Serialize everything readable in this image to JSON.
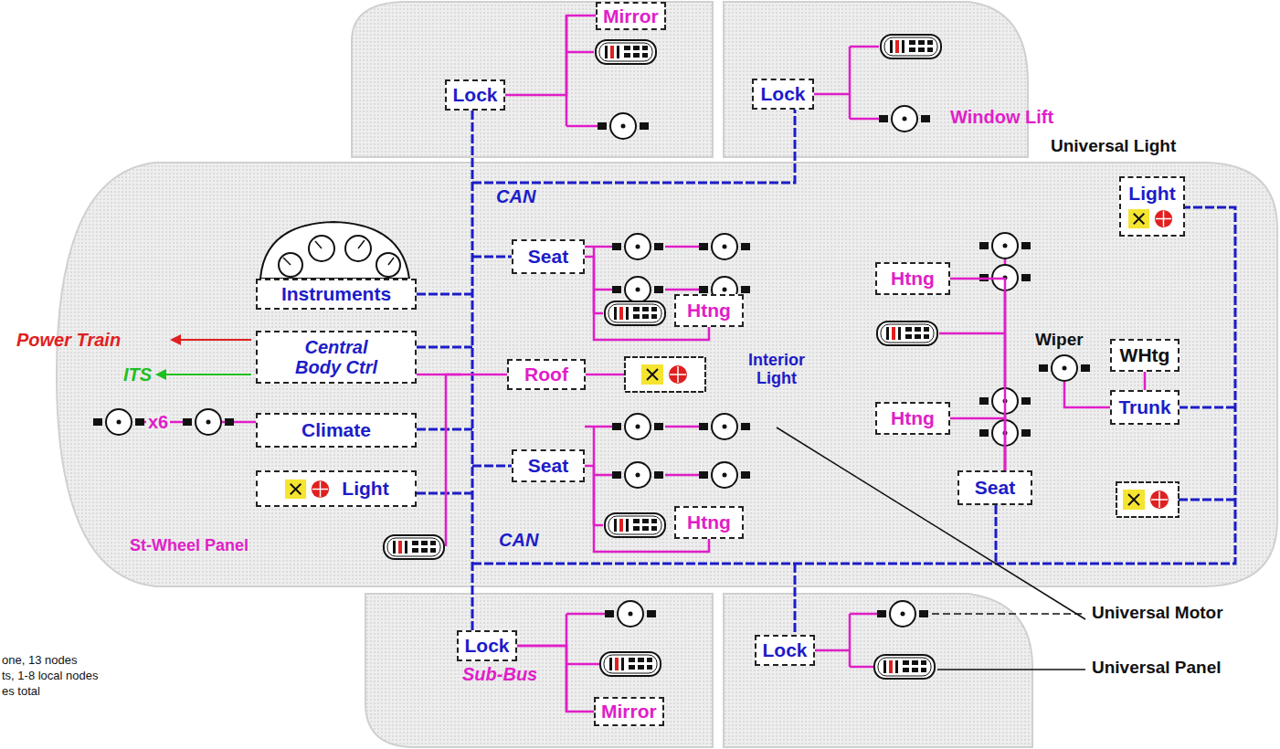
{
  "diagram": {
    "nodes": [
      {
        "text": [
          "Lock"
        ]
      },
      {
        "text": [
          "Mirror"
        ]
      },
      {
        "text": [
          "Lock"
        ]
      },
      {
        "text": [
          "Light"
        ]
      },
      {
        "text": [
          "Seat"
        ]
      },
      {
        "text": [
          "Htng"
        ]
      },
      {
        "text": [
          "Instruments"
        ]
      },
      {
        "text": [
          "Central Body Ctrl"
        ]
      },
      {
        "text": [
          "Roof"
        ]
      },
      {
        "text": [
          "Htng"
        ]
      },
      {
        "text": [
          "WHtg"
        ]
      },
      {
        "text": [
          "Climate"
        ]
      },
      {
        "text": [
          "Trunk"
        ]
      },
      {
        "text": [
          "Htng"
        ]
      },
      {
        "text": [
          "Seat"
        ]
      },
      {
        "text": [
          "Light"
        ]
      },
      {
        "text": [
          "Htng"
        ]
      },
      {
        "text": [
          "Seat"
        ]
      },
      {
        "text": [
          "Lock"
        ]
      },
      {
        "text": [
          "Mirror"
        ]
      },
      {
        "text": [
          "Lock"
        ]
      }
    ],
    "edges": [
      {
        "from": 0,
        "to": 1,
        "arrow": "none"
      },
      {
        "from": 4,
        "to": 5,
        "arrow": "none"
      },
      {
        "from": 7,
        "to": 8,
        "arrow": "none"
      },
      {
        "from": 14,
        "to": 16,
        "arrow": "none"
      },
      {
        "from": 17,
        "to": 9,
        "arrow": "none"
      },
      {
        "from": 17,
        "to": 13,
        "arrow": "none"
      },
      {
        "from": 12,
        "to": 10,
        "arrow": "none"
      },
      {
        "from": 18,
        "to": 19,
        "arrow": "none"
      }
    ],
    "labels": [
      "Window Lift",
      "Universal Light",
      "CAN",
      "Power Train",
      "ITS",
      "x6",
      "Interior Light",
      "Wiper",
      "St-Wheel Panel",
      "CAN",
      "Sub-Bus",
      "Universal Motor",
      "Universal Panel",
      "one, 13 nodes",
      "ts, 1-8 local nodes",
      "es total"
    ]
  }
}
